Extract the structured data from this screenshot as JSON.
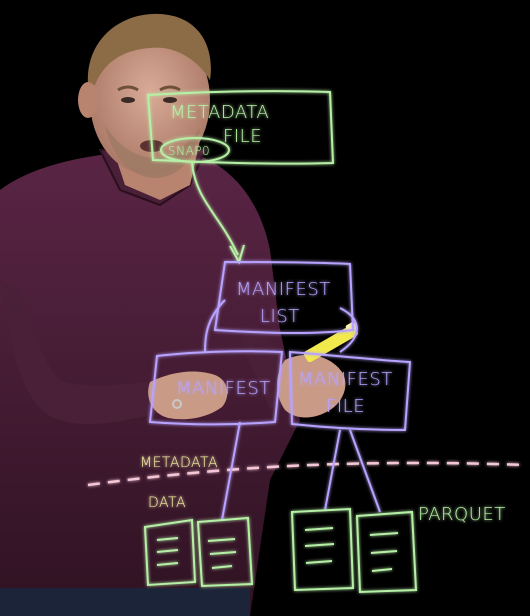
{
  "scene": {
    "description_colors": {
      "background": "#000000",
      "shirt": "#4a1f38",
      "skin": "#c99a86",
      "hair": "#8b6c46",
      "glow_green": "#b6f0a6",
      "glow_purple": "#b7a3ff",
      "glow_yellow": "#f6f1a8",
      "glow_pink": "#f4c7d6"
    }
  },
  "diagram": {
    "metadata_file": {
      "line1": "METADATA",
      "line2": "FILE"
    },
    "snapshot_label": "SNAP0",
    "manifest_list": {
      "line1": "MANIFEST",
      "line2": "LIST"
    },
    "manifest_left": {
      "line1": "MANIFEST"
    },
    "manifest_right": {
      "line1": "MANIFEST",
      "line2": "FILE"
    },
    "layer_metadata": "METADATA",
    "layer_data": "DATA",
    "parquet_label": "PARQUET"
  }
}
